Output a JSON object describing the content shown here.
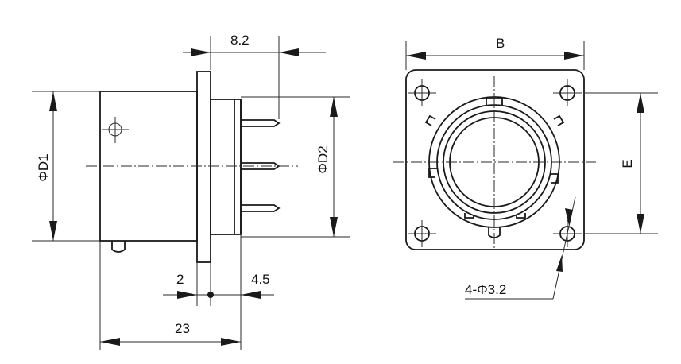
{
  "labels": {
    "top_dim": "8.2",
    "d1": "ΦD1",
    "d2": "ΦD2",
    "dim_2": "2",
    "dim_4_5": "4.5",
    "dim_23": "23",
    "b": "B",
    "e": "E",
    "holes": "4-Φ3.2"
  }
}
